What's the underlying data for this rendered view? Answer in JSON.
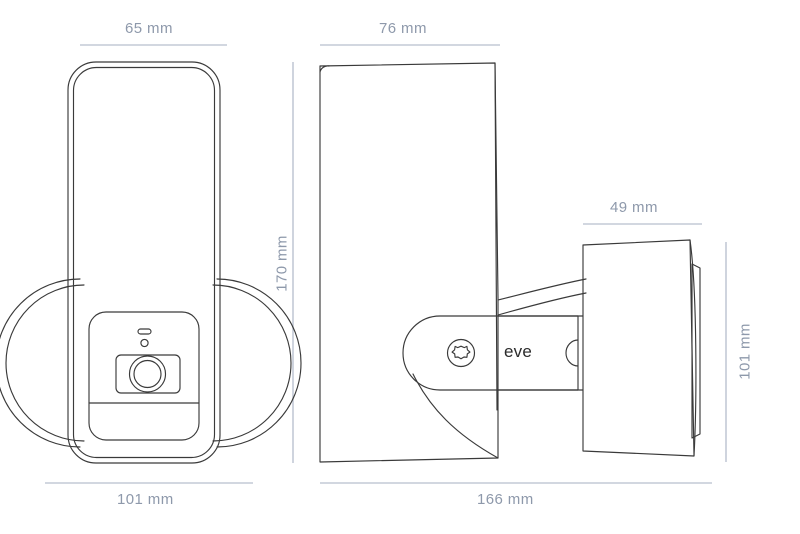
{
  "drawing": {
    "title": "Eve Outdoor Cam dimension drawing",
    "units": "mm",
    "line_color": "#3a3a3a",
    "dim_line_color": "#c3cad6",
    "dim_text_color": "#8e99ab",
    "background_color": "#ffffff"
  },
  "views": {
    "front": {
      "name": "front-view",
      "dimensions": {
        "top_width": "65 mm",
        "bottom_width": "101 mm",
        "height": "170 mm"
      },
      "features": {
        "speaker_slot": "speaker-slot",
        "status_led": "status-led",
        "camera_lens": "camera-lens",
        "camera_module": "camera-module",
        "mount_ring": "mount-ring"
      }
    },
    "side": {
      "name": "side-view",
      "dimensions": {
        "top_width": "76 mm",
        "bottom_width": "166 mm",
        "head_width": "49 mm",
        "head_height": "101 mm"
      },
      "features": {
        "brand": "eve",
        "screw": "torx-screw",
        "hinge": "swivel-hinge",
        "floodlight_body": "floodlight-body",
        "camera_head": "camera-head"
      }
    }
  },
  "labels": {
    "front_top": "65 mm",
    "front_bottom": "101 mm",
    "front_height": "170 mm",
    "side_top": "76 mm",
    "side_bottom": "166 mm",
    "head_top": "49 mm",
    "head_height": "101 mm",
    "brand": "eve"
  }
}
